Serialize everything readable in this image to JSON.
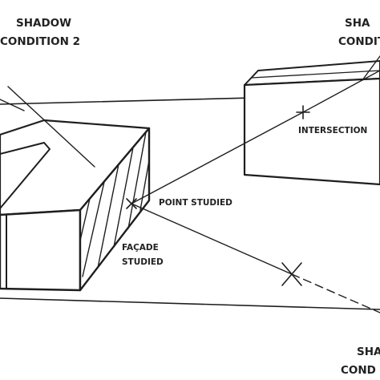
{
  "labels": {
    "shadow_condition_2_line1": "SHADOW",
    "shadow_condition_2_line2": "CONDITION 2",
    "shadow_top_right_line1": "SHA",
    "shadow_top_right_line2": "CONDIT",
    "intersection": "INTERSECTION",
    "point_studied": "POINT STUDIED",
    "facade_studied_line1": "FAÇADE",
    "facade_studied_line2": "STUDIED",
    "shadow_bottom_right_line1": "SHA",
    "shadow_bottom_right_line2": "COND"
  },
  "colors": {
    "line": "#1e1e1e",
    "face_top": "#ffffff",
    "face_front": "#ffffff",
    "face_side": "#ffffff",
    "background": "#ffffff"
  },
  "icons": {
    "intersection_marker": "plus-marker-icon",
    "point_studied_marker": "cross-marker-icon",
    "obstruction_marker": "x-marker-icon"
  }
}
